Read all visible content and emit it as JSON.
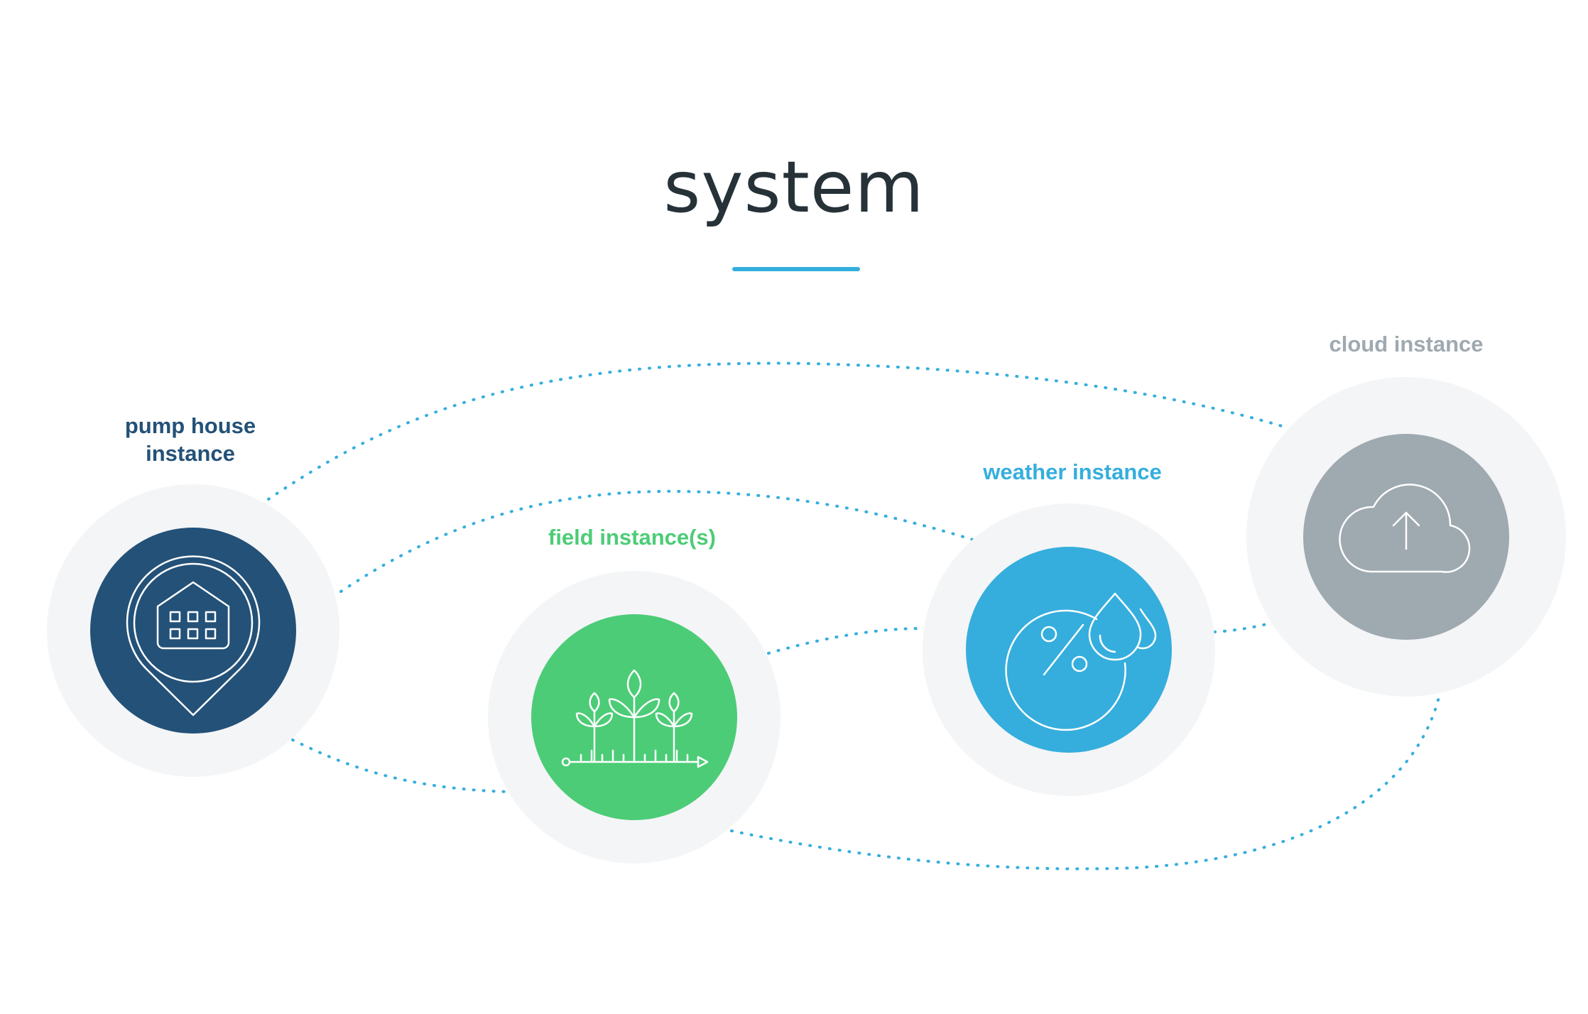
{
  "title": "system",
  "colors": {
    "pump": "#235178",
    "field": "#4ccc77",
    "weather": "#35aedd",
    "cloud": "#9fa9b0",
    "halo": "#f4f5f7",
    "connector": "#35aedd"
  },
  "nodes": {
    "pump": {
      "label": "pump house\ninstance",
      "icon": "location-pin-house-icon"
    },
    "field": {
      "label": "field instance(s)",
      "icon": "sprouts-icon"
    },
    "weather": {
      "label": "weather instance",
      "icon": "humidity-percent-icon"
    },
    "cloud": {
      "label": "cloud instance",
      "icon": "cloud-upload-icon"
    }
  }
}
